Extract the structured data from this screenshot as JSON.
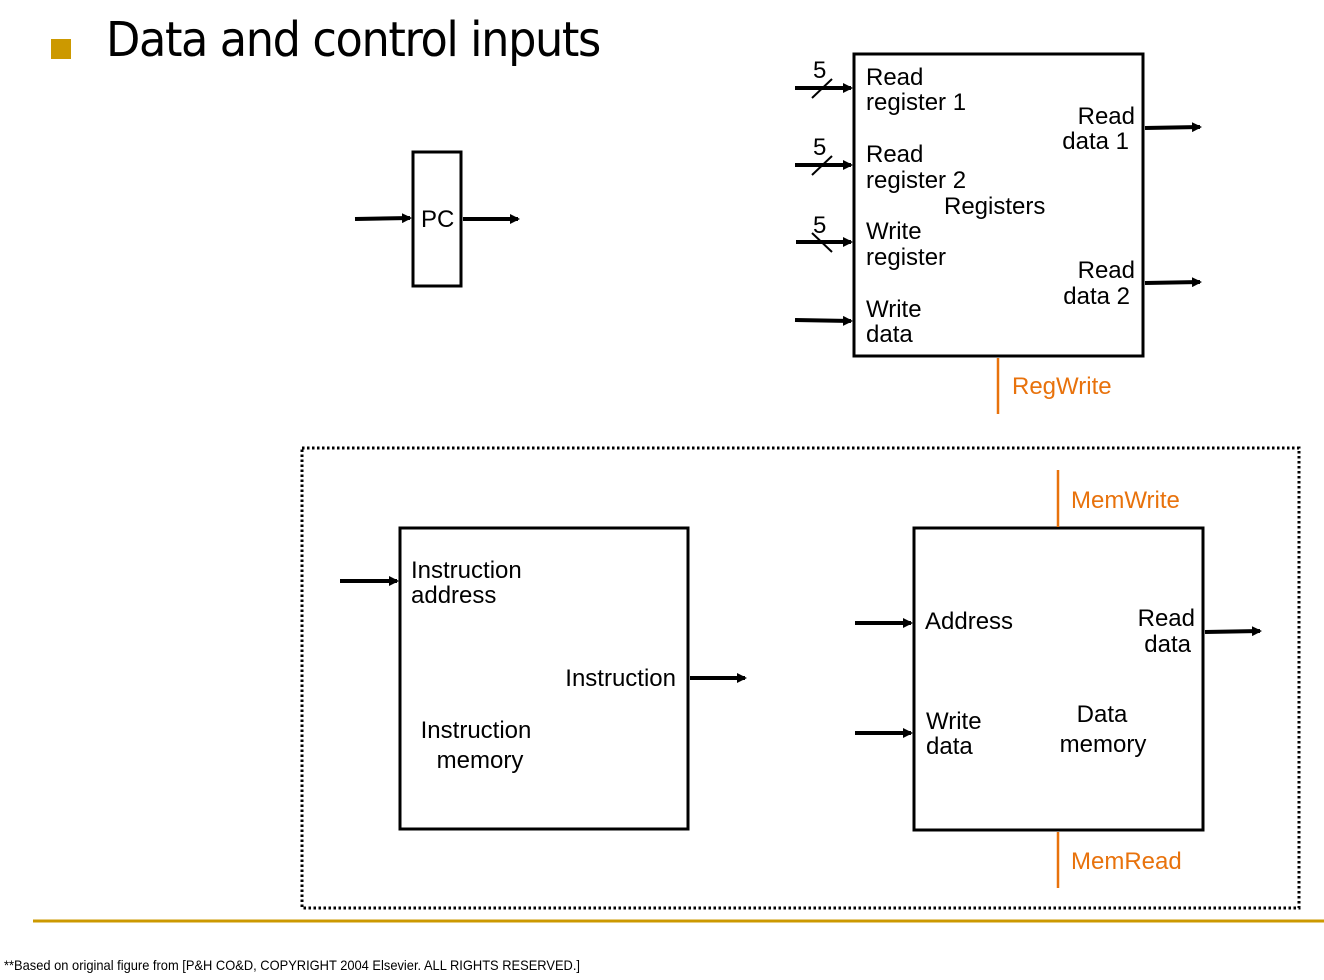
{
  "slide": {
    "bullet_color": "#CC9900",
    "title": "Data and control inputs",
    "rule_color": "#CC9900",
    "footer": "**Based on original figure from [P&H CO&D, COPYRIGHT 2004 Elsevier. ALL RIGHTS RESERVED.]"
  },
  "colors": {
    "control_signal": "#E8720C",
    "wire": "#000000"
  },
  "pc": {
    "label": "PC"
  },
  "registers": {
    "name": "Registers",
    "inputs": [
      {
        "line1": "Read",
        "line2": "register 1",
        "bus_width": "5"
      },
      {
        "line1": "Read",
        "line2": "register 2",
        "bus_width": "5"
      },
      {
        "line1": "Write",
        "line2": "register",
        "bus_width": "5"
      },
      {
        "line1": "Write",
        "line2": "data",
        "bus_width": ""
      }
    ],
    "outputs": [
      {
        "line1": "Read",
        "line2": "data 1"
      },
      {
        "line1": "Read",
        "line2": "data 2"
      }
    ],
    "control": "RegWrite"
  },
  "instruction_memory": {
    "name_line1": "Instruction",
    "name_line2": "memory",
    "input_line1": "Instruction",
    "input_line2": "address",
    "output": "Instruction"
  },
  "data_memory": {
    "name_line1": "Data",
    "name_line2": "memory",
    "inputs": [
      {
        "line1": "Address",
        "line2": ""
      },
      {
        "line1": "Write",
        "line2": "data"
      }
    ],
    "output_line1": "Read",
    "output_line2": "data",
    "control_top": "MemWrite",
    "control_bottom": "MemRead"
  }
}
